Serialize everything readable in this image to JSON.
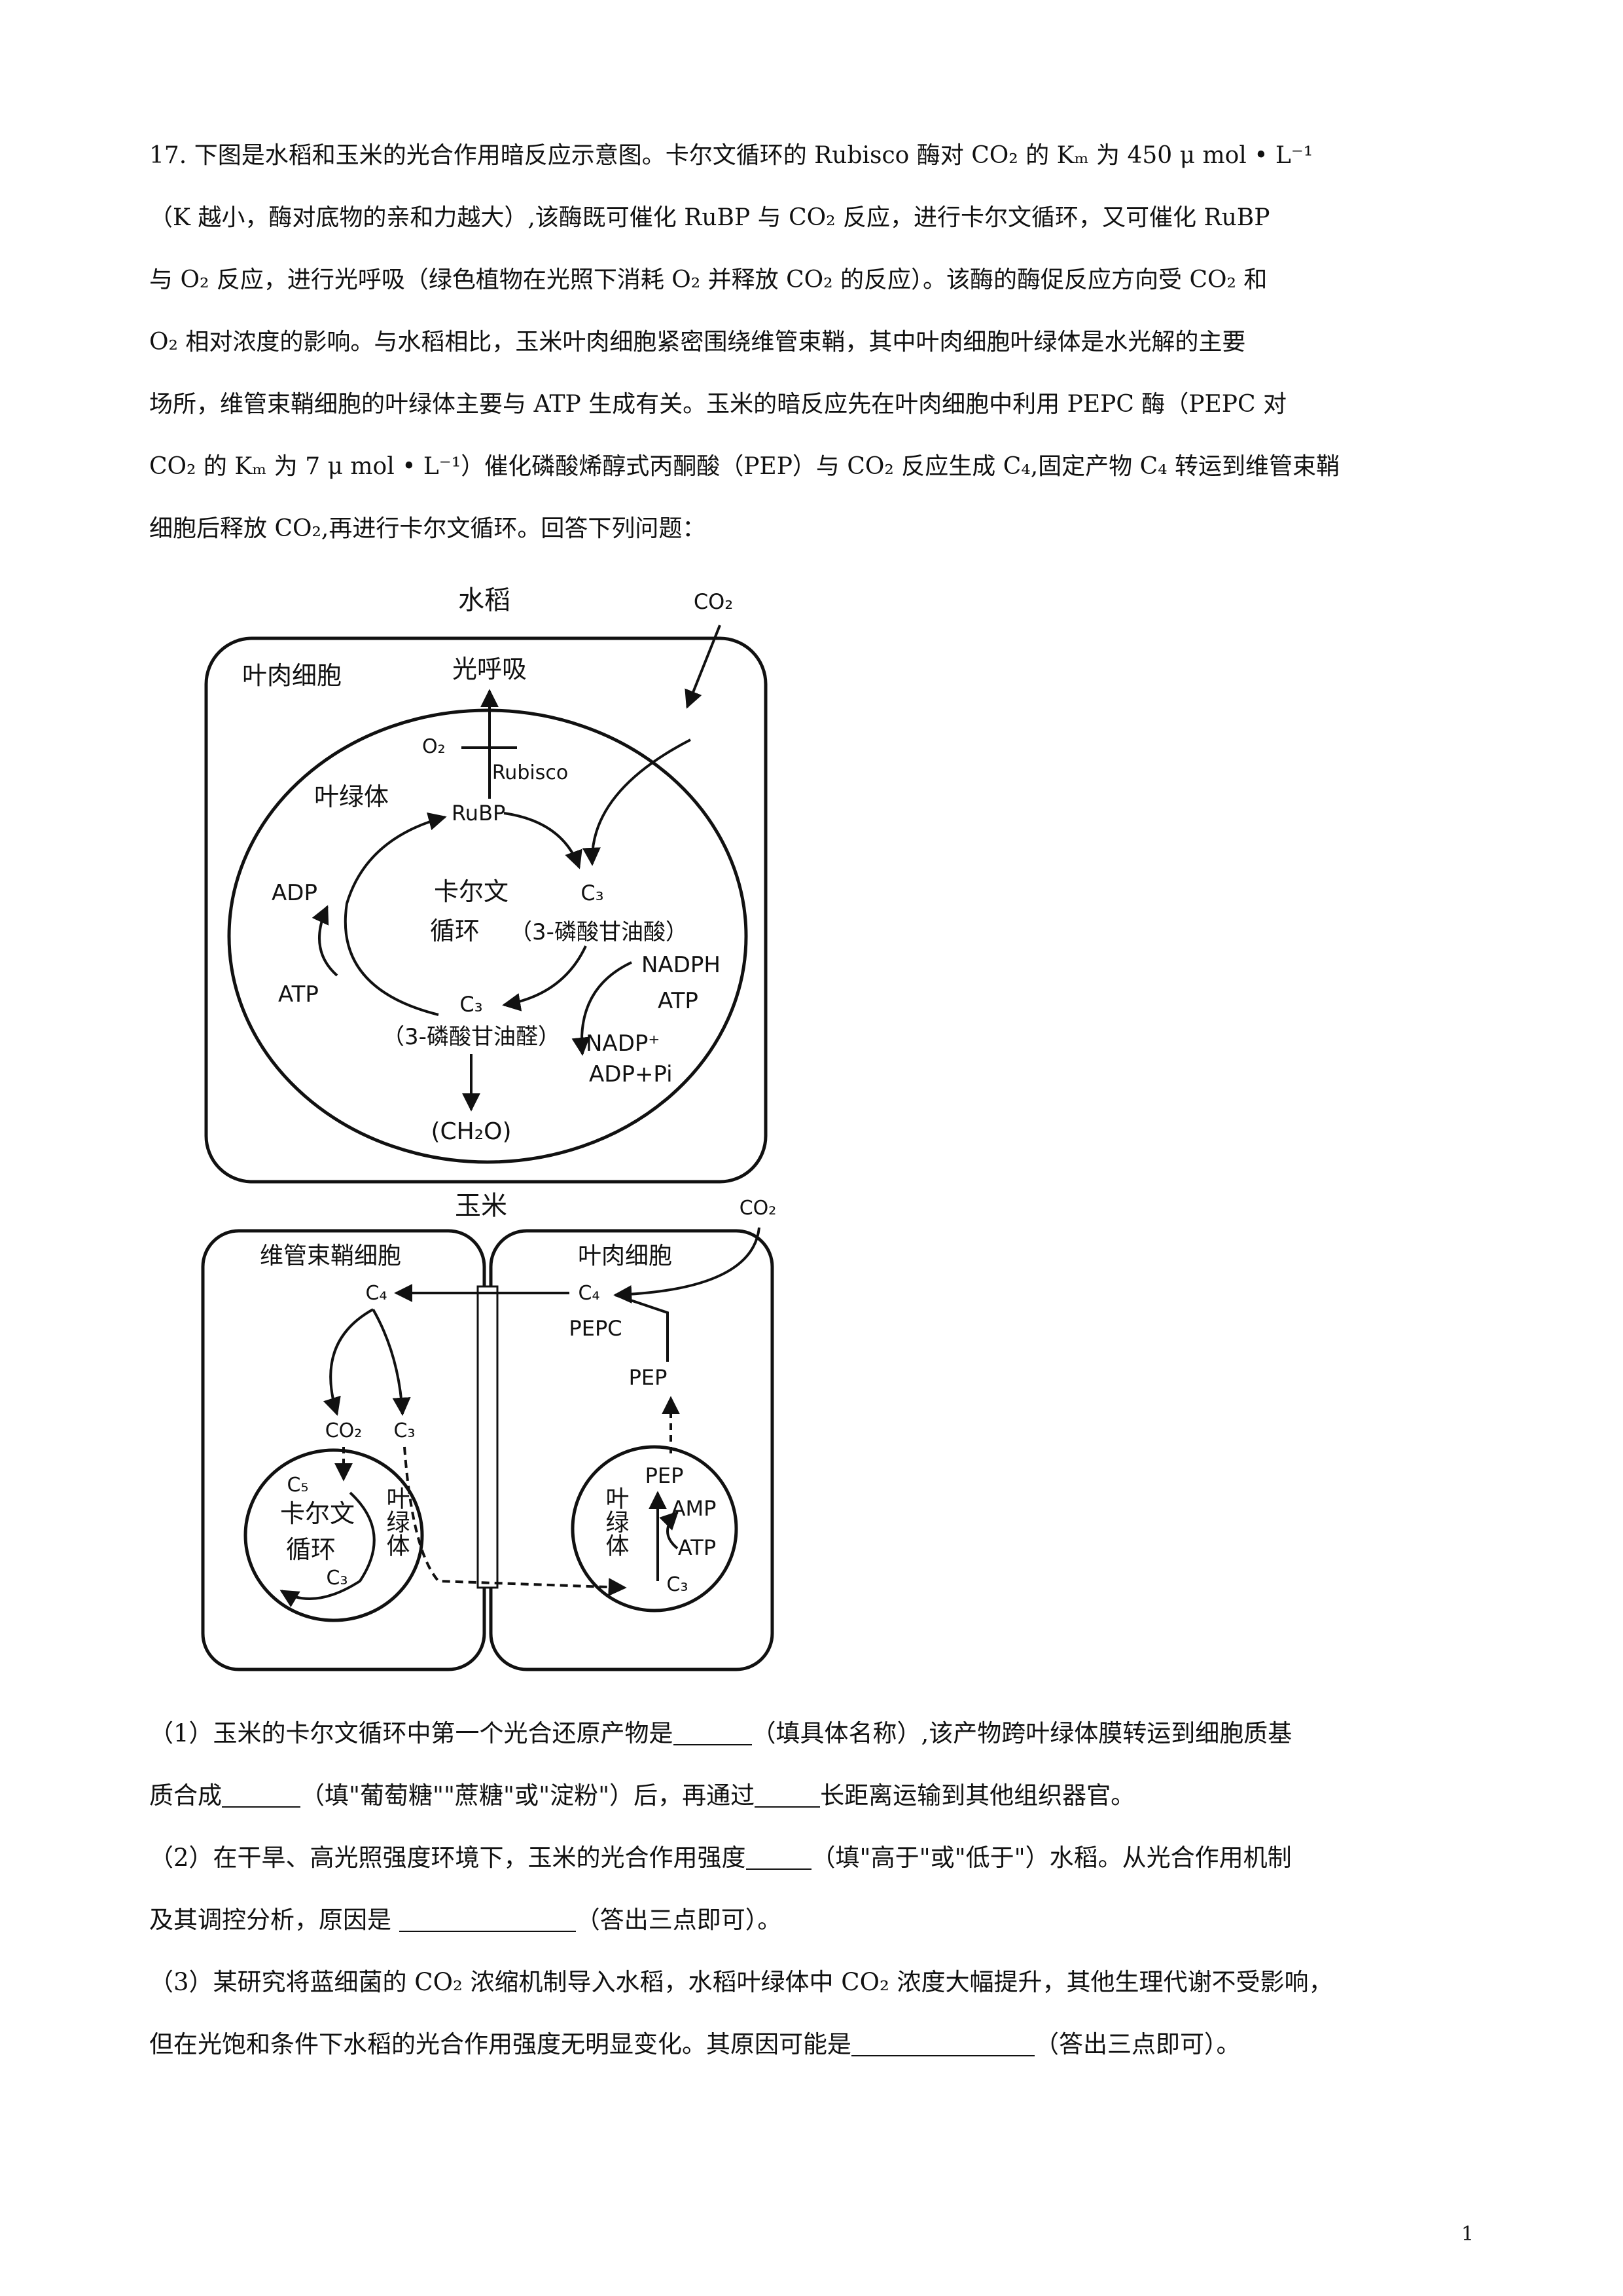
{
  "question": {
    "number": "17.",
    "intro_lines": [
      "下图是水稻和玉米的光合作用暗反应示意图。卡尔文循环的 Rubisco 酶对 CO₂ 的 Kₘ 为 450 μ mol • L⁻¹",
      "（K 越小，酶对底物的亲和力越大）,该酶既可催化 RuBP 与 CO₂ 反应，进行卡尔文循环，又可催化 RuBP",
      "与 O₂ 反应，进行光呼吸（绿色植物在光照下消耗 O₂ 并释放 CO₂ 的反应）。该酶的酶促反应方向受 CO₂ 和",
      "O₂ 相对浓度的影响。与水稻相比，玉米叶肉细胞紧密围绕维管束鞘，其中叶肉细胞叶绿体是水光解的主要",
      "场所，维管束鞘细胞的叶绿体主要与 ATP 生成有关。玉米的暗反应先在叶肉细胞中利用 PEPC 酶（PEPC 对",
      "CO₂ 的 Kₘ 为 7 μ mol • L⁻¹）催化磷酸烯醇式丙酮酸（PEP）与 CO₂ 反应生成 C₄,固定产物 C₄ 转运到维管束鞘",
      "细胞后释放 CO₂,再进行卡尔文循环。回答下列问题："
    ]
  },
  "diagram": {
    "rice": {
      "title": "水稻",
      "co2": "CO₂",
      "cell": "叶肉细胞",
      "photorespiration": "光呼吸",
      "o2": "O₂",
      "rubisco": "Rubisco",
      "chloroplast": "叶绿体",
      "rubp": "RuBP",
      "cycle_line1": "卡尔文",
      "cycle_line2": "循环",
      "c3_top": "C₃",
      "c3_top_name": "（3-磷酸甘油酸）",
      "adp": "ADP",
      "atp_left": "ATP",
      "nadph": "NADPH",
      "atp_right": "ATP",
      "c3_bottom": "C₃",
      "c3_bottom_name": "（3-磷酸甘油醛）",
      "nadp": "NADP⁺",
      "adp_pi": "ADP+Pi",
      "ch2o": "(CH₂O)"
    },
    "maize": {
      "title": "玉米",
      "co2": "CO₂",
      "bundle_sheath_cell": "维管束鞘细胞",
      "mesophyll_cell": "叶肉细胞",
      "c4_left": "C₄",
      "c4_right": "C₄",
      "pepc": "PEPC",
      "pep_outer": "PEP",
      "co2_inner": "CO₂",
      "c3_inner": "C₃",
      "c5": "C₅",
      "cycle_line1": "卡尔文",
      "cycle_line2": "循环",
      "c3_cycle": "C₃",
      "chloroplast_left": "叶绿体",
      "pep_inner": "PEP",
      "chloroplast_right": "叶绿体",
      "amp": "AMP",
      "atp": "ATP",
      "c3_right": "C₃"
    }
  },
  "sub_questions": [
    {
      "parts": [
        "（1）玉米的卡尔文循环中第一个光合还原产物是",
        "（填具体名称）,该产物跨叶绿体膜转运到细胞质基"
      ],
      "line2_parts": [
        "质合成",
        "（填\"葡萄糖\"\"蔗糖\"或\"淀粉\"）后，再通过",
        "长距离运输到其他组织器官。"
      ]
    },
    {
      "parts": [
        "（2）在干旱、高光照强度环境下，玉米的光合作用强度",
        "（填\"高于\"或\"低于\"）水稻。从光合作用机制"
      ],
      "line2_parts": [
        "及其调控分析，原因是 ",
        "（答出三点即可）。"
      ]
    },
    {
      "parts": [
        "（3）某研究将蓝细菌的 CO₂ 浓缩机制导入水稻，水稻叶绿体中 CO₂ 浓度大幅提升，其他生理代谢不受影响，"
      ],
      "line2_parts": [
        "但在光饱和条件下水稻的光合作用强度无明显变化。其原因可能是",
        "（答出三点即可）。"
      ]
    }
  ],
  "page_number": "1"
}
